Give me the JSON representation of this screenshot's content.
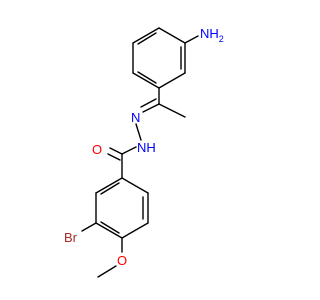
{
  "molecule": {
    "atoms": {
      "nh2": {
        "symbol": "NH",
        "subscript": "2",
        "color": "#0000ff"
      },
      "n_imine": {
        "symbol": "N",
        "color": "#0000ff"
      },
      "nh_amide": {
        "symbol": "NH",
        "color": "#0000ff"
      },
      "o_carbonyl": {
        "symbol": "O",
        "color": "#ff0000"
      },
      "br": {
        "symbol": "Br",
        "color": "#a52a2a"
      },
      "o_methoxy": {
        "symbol": "O",
        "color": "#ff0000"
      }
    },
    "bond_color": "#000000"
  }
}
